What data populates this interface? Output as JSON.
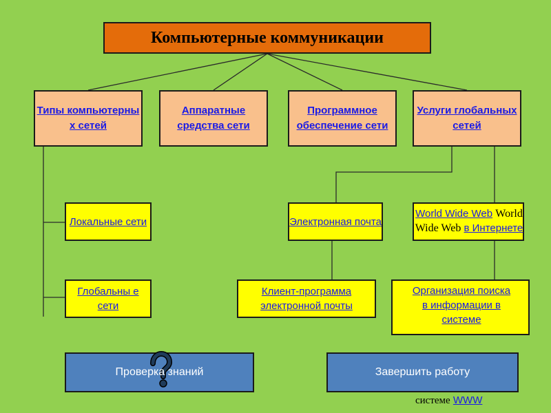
{
  "title": "Компьютерные коммуникации",
  "categories": [
    {
      "label": "Типы компьютерны х сетей"
    },
    {
      "label": "Аппаратные средства сети"
    },
    {
      "label": "Программное обеспечение сети"
    },
    {
      "label": "Услуги глобальных сетей"
    }
  ],
  "subitems": {
    "local": "Локальные сети",
    "global": "Глобальны е сети",
    "email": "Электронная почта",
    "client": "Клиент-программа электронной почты",
    "www_link": "World Wide Web",
    "www_plain": "World Wide Web",
    "www_link2": "в Интернете",
    "search": "Организация поиска в информации в системе",
    "hidden_plain": "системе",
    "hidden_link": "WWW"
  },
  "buttons": {
    "check": "Проверка знаний",
    "finish": "Завершить работу"
  },
  "colors": {
    "background": "#92d050",
    "title": "#e46c0a",
    "category": "#f9c08c",
    "item": "#ffff00",
    "button": "#4f81bd"
  }
}
